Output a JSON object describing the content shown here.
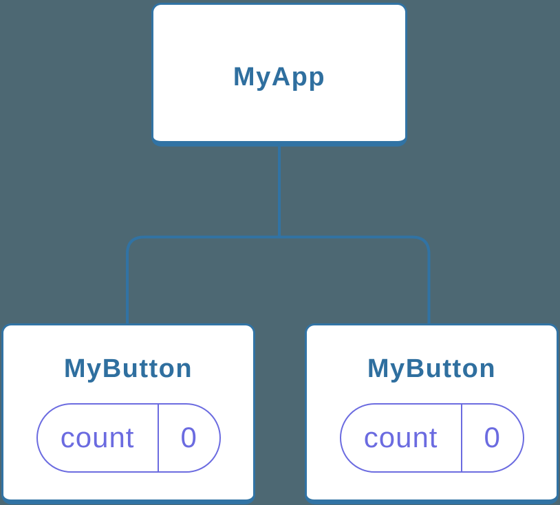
{
  "canvas": {
    "background": "#4D6873"
  },
  "colors": {
    "node_border_blue": "#3173A4",
    "node_label_blue": "#2F6F9F",
    "state_accent_purple": "#6B6BE0",
    "node_background": "#FFFFFF"
  },
  "tree": {
    "root": {
      "label": "MyApp"
    },
    "children": [
      {
        "label": "MyButton",
        "state": {
          "key": "count",
          "value": "0"
        }
      },
      {
        "label": "MyButton",
        "state": {
          "key": "count",
          "value": "0"
        }
      }
    ]
  }
}
